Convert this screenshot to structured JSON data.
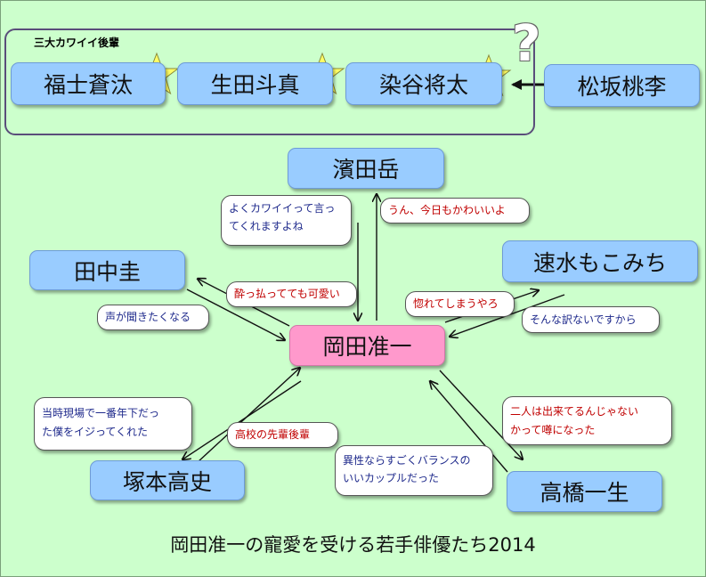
{
  "group": {
    "label": "三大カワイイ後輩",
    "members": [
      "福士蒼汰",
      "生田斗真",
      "染谷将太"
    ]
  },
  "outsider": "松坂桃李",
  "question_mark": "?",
  "center": "岡田准一",
  "people": {
    "hamada": "濱田岳",
    "tanaka": "田中圭",
    "hayami": "速水もこみち",
    "tsukamoto": "塚本高史",
    "takahashi": "高橋一生"
  },
  "bubbles": {
    "hamada_to_okada": "よくカワイイって言っ\nてくれますよね",
    "okada_to_hamada": "うん、今日もかわいいよ",
    "okada_to_tanaka": "酔っ払ってても可愛い",
    "tanaka_to_okada": "声が聞きたくなる",
    "okada_to_hayami": "惚れてしまうやろ",
    "hayami_to_okada": "そんな訳ないですから",
    "tsukamoto_to_okada": "当時現場で一番年下だっ\nた僕をイジってくれた",
    "okada_to_tsukamoto": "高校の先輩後輩",
    "takahashi_note": "異性ならすごくバランスの\nいいカップルだった",
    "okada_takahashi_rumor": "二人は出来てるんじゃない\nかって噂になった"
  },
  "title": "岡田准一の寵愛を受ける若手俳優たち2014",
  "colors": {
    "background": "#ccffcc",
    "box_blue": "#99ccff",
    "box_pink": "#ff99cc",
    "star": "#ffff66",
    "text_red": "#c00000",
    "text_blue": "#1f2a8c"
  }
}
